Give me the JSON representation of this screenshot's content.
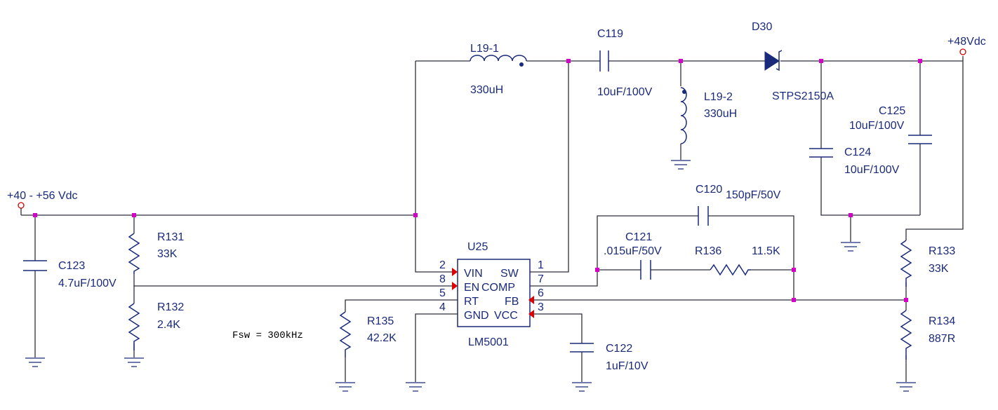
{
  "nets": {
    "vin": "+40 - +56 Vdc",
    "vout": "+48Vdc"
  },
  "components": {
    "L19_1": {
      "ref": "L19-1",
      "value": "330uH"
    },
    "C119": {
      "ref": "C119",
      "value": "10uF/100V"
    },
    "D30": {
      "ref": "D30",
      "value": "STPS2150A"
    },
    "L19_2": {
      "ref": "L19-2",
      "value": "330uH"
    },
    "C125": {
      "ref": "C125",
      "value": "10uF/100V"
    },
    "C124": {
      "ref": "C124",
      "value": "10uF/100V"
    },
    "C120": {
      "ref": "C120",
      "value": "150pF/50V"
    },
    "C121": {
      "ref": "C121",
      "value": ".015uF/50V"
    },
    "R136": {
      "ref": "R136",
      "value": "11.5K"
    },
    "R131": {
      "ref": "R131",
      "value": "33K"
    },
    "R132": {
      "ref": "R132",
      "value": "2.4K"
    },
    "C123": {
      "ref": "C123",
      "value": "4.7uF/100V"
    },
    "R135": {
      "ref": "R135",
      "value": "42.2K"
    },
    "C122": {
      "ref": "C122",
      "value": "1uF/10V"
    },
    "R133": {
      "ref": "R133",
      "value": "33K"
    },
    "R134": {
      "ref": "R134",
      "value": "887R"
    }
  },
  "ic": {
    "ref": "U25",
    "part": "LM5001",
    "pins": {
      "vin": {
        "name": "VIN",
        "num": "2"
      },
      "en": {
        "name": "EN",
        "num": "8"
      },
      "rt": {
        "name": "RT",
        "num": "5"
      },
      "gnd": {
        "name": "GND",
        "num": "4"
      },
      "sw": {
        "name": "SW",
        "num": "1"
      },
      "comp": {
        "name": "COMP",
        "num": "7"
      },
      "fb": {
        "name": "FB",
        "num": "6"
      },
      "vcc": {
        "name": "VCC",
        "num": "3"
      }
    }
  },
  "note": "Fsw = 300kHz"
}
